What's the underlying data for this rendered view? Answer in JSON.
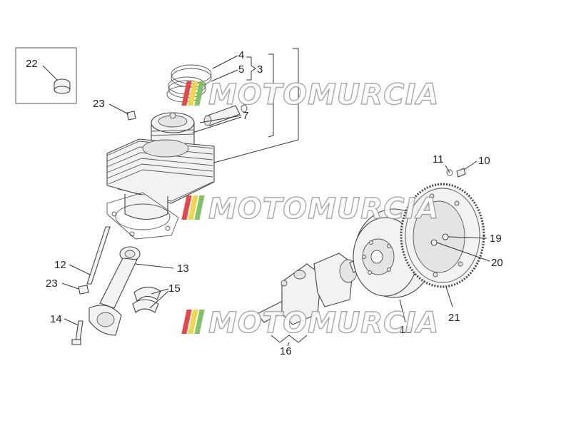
{
  "labels": {
    "l3": "3",
    "l4": "4",
    "l5": "5",
    "l7": "7",
    "l10": "10",
    "l11": "11",
    "l12": "12",
    "l13": "13",
    "l14": "14",
    "l15": "15",
    "l16": "16",
    "l18": "18",
    "l19": "19",
    "l20": "20",
    "l21": "21",
    "l22": "22",
    "l23a": "23",
    "l23b": "23"
  },
  "watermark": {
    "text": "MOTOMURCIA"
  },
  "colors": {
    "stripe_red": "#e8474a",
    "stripe_yellow": "#f4d54a",
    "stripe_green": "#7cc36a",
    "stripe_grey": "#bdbdbd",
    "outline": "#444444"
  }
}
